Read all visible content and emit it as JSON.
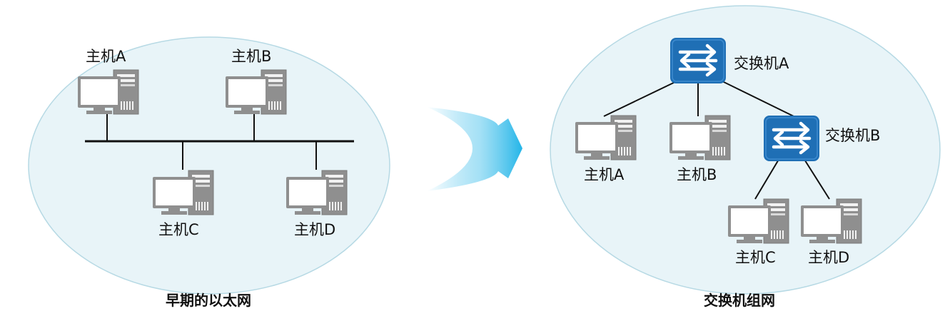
{
  "left_panel": {
    "caption": "早期的以太网",
    "hosts": [
      {
        "label": "主机A"
      },
      {
        "label": "主机B"
      },
      {
        "label": "主机C"
      },
      {
        "label": "主机D"
      }
    ]
  },
  "right_panel": {
    "caption": "交换机组网",
    "switches": [
      {
        "label": "交换机A"
      },
      {
        "label": "交换机B"
      }
    ],
    "hosts": [
      {
        "label": "主机A"
      },
      {
        "label": "主机B"
      },
      {
        "label": "主机C"
      },
      {
        "label": "主机D"
      }
    ]
  },
  "colors": {
    "ellipse_fill": "#e8f4f8",
    "ellipse_stroke": "#b6d9e4",
    "switch_blue": "#1f6fb5",
    "computer_gray": "#8a8a8a",
    "arrow_cyan": "#23b5e8",
    "line": "#111111"
  },
  "icons": {
    "host": "desktop-computer-icon",
    "switch": "network-switch-icon",
    "transition": "right-arrow-icon"
  }
}
